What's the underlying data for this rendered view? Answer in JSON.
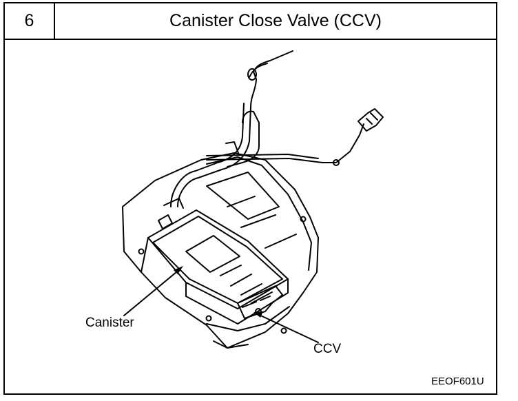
{
  "header": {
    "step_number": "6",
    "title": "Canister Close Valve (CCV)"
  },
  "diagram": {
    "labels": {
      "canister": "Canister",
      "ccv": "CCV"
    },
    "figure_code": "EEOF601U"
  }
}
